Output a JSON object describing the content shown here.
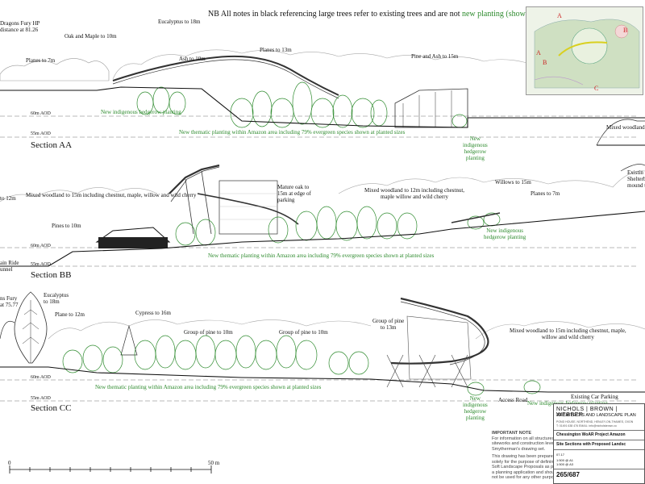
{
  "header_note": {
    "black": "NB All notes in black referencing large trees refer to existing trees and are not",
    "green": "new planting (shown in green)"
  },
  "colors": {
    "green": "#2e8b2e",
    "line": "#222222",
    "accent_red": "#cc2222"
  },
  "sections": [
    {
      "title": "Section AA",
      "aod_high": "60m AOD",
      "aod_low": "55m AOD"
    },
    {
      "title": "Section BB",
      "aod_high": "60m AOD",
      "aod_low": "55m AOD"
    },
    {
      "title": "Section CC",
      "aod_high": "60m AOD",
      "aod_low": "55m AOD"
    }
  ],
  "labels_aa": {
    "dragons_fury": "Dragons Fury HP",
    "distance": "distance at 81.26",
    "eucalyptus": "Eucalyptus to 18m",
    "oak_maple": "Oak and Maple to 10m",
    "planes": "Planes to 7m",
    "ash": "Ash to 10m",
    "planes13": "Planes to 13m",
    "pine_ash": "Pine and Ash to 15m",
    "hedgerow": "New indigenous hedgerow planting",
    "thematic": "New thematic planting within Amazon area including 79% evergreen species shown at planted sizes",
    "new_ind_1": "New",
    "new_ind_2": "indigenous",
    "new_ind_3": "hedgerow",
    "new_ind_4": "planting",
    "mixed": "Mixed woodland to"
  },
  "labels_bb": {
    "to12": "to 12m",
    "mixed": "Mixed woodland to 15m including chestnut, maple, willow and wild cherry",
    "pines10": "Pines to 10m",
    "oak_1": "Mature oak to",
    "oak_2": "15m at edge of",
    "oak_3": "parking",
    "mixed12_1": "Mixed woodland to 12m including chestnut,",
    "mixed12_2": "maple willow and wild cherry",
    "willows": "Willows to 15m",
    "planes7": "Planes to 7m",
    "shelter_1": "Existin",
    "shelter_2": "Shelterb",
    "shelter_3": "mound to",
    "hedgerow_1": "New indigenous",
    "hedgerow_2": "hedgerow planting",
    "thematic": "New thematic planting within Amazon area including 79% evergreen species shown at planted sizes",
    "ride_1": "ain Ride",
    "ride_2": "unnel"
  },
  "labels_cc": {
    "fury_1": "ns Fury",
    "fury_2": "at 75.77",
    "eucalyptus_1": "Eucalyptus",
    "eucalyptus_2": "to 18m",
    "plane12": "Plane to 12m",
    "cypress": "Cypress to 16m",
    "pine10a": "Group of pine to 10m",
    "pine10b": "Group of pine to 10m",
    "pine13_1": "Group of pine",
    "pine13_2": "to 13m",
    "mixed_1": "Mixed woodland to 15m including chestnut, maple,",
    "mixed_2": "willow and wild cherry",
    "thematic": "New thematic planting within Amazon area including 79% evergreen species shown at planted sizes",
    "hedge_a_1": "New",
    "hedge_a_2": "indigenous",
    "hedge_a_3": "hedgerow",
    "hedge_a_4": "planting",
    "access": "Access Road",
    "hedge_b": "New indigenous hedgerow planting",
    "parking": "Existing Car Parking"
  },
  "key_plan_markers": [
    "A",
    "A",
    "B",
    "B",
    "C",
    "C"
  ],
  "scale_bar": {
    "start": "0",
    "end": "50 m"
  },
  "important_note": {
    "title": "IMPORTANT NOTE",
    "line1": "For information on all structures,",
    "line2": "siteworks and construction levels see",
    "line3": "Smytherman's drawing set.",
    "line4": "This drawing has been prepared",
    "line5": "solely for the purpose of defining",
    "line6": "Soft Landscape Proposals as part of",
    "line7": "a planning application and should",
    "line8": "not be used for any other purpose."
  },
  "title_block": {
    "firm": "NICHOLS | BROWN | WEBBER",
    "firm_sub": "ARCHITECTS AND LANDSCAPE PLAN",
    "address1": "POND HOUSE, NORTHEND, HENLEY-ON-THAMES, OXON",
    "address2": "T: 01491 638 476     EMAIL: info@nicholsbrown.co",
    "project": "Chessington WoAR  Project Amazon",
    "drawing": "Site Sections with Proposed Landsc",
    "scale1": "1:500 @ A1",
    "scale2": "1:500 @ A3",
    "date": "07.17",
    "number": "265/687"
  }
}
